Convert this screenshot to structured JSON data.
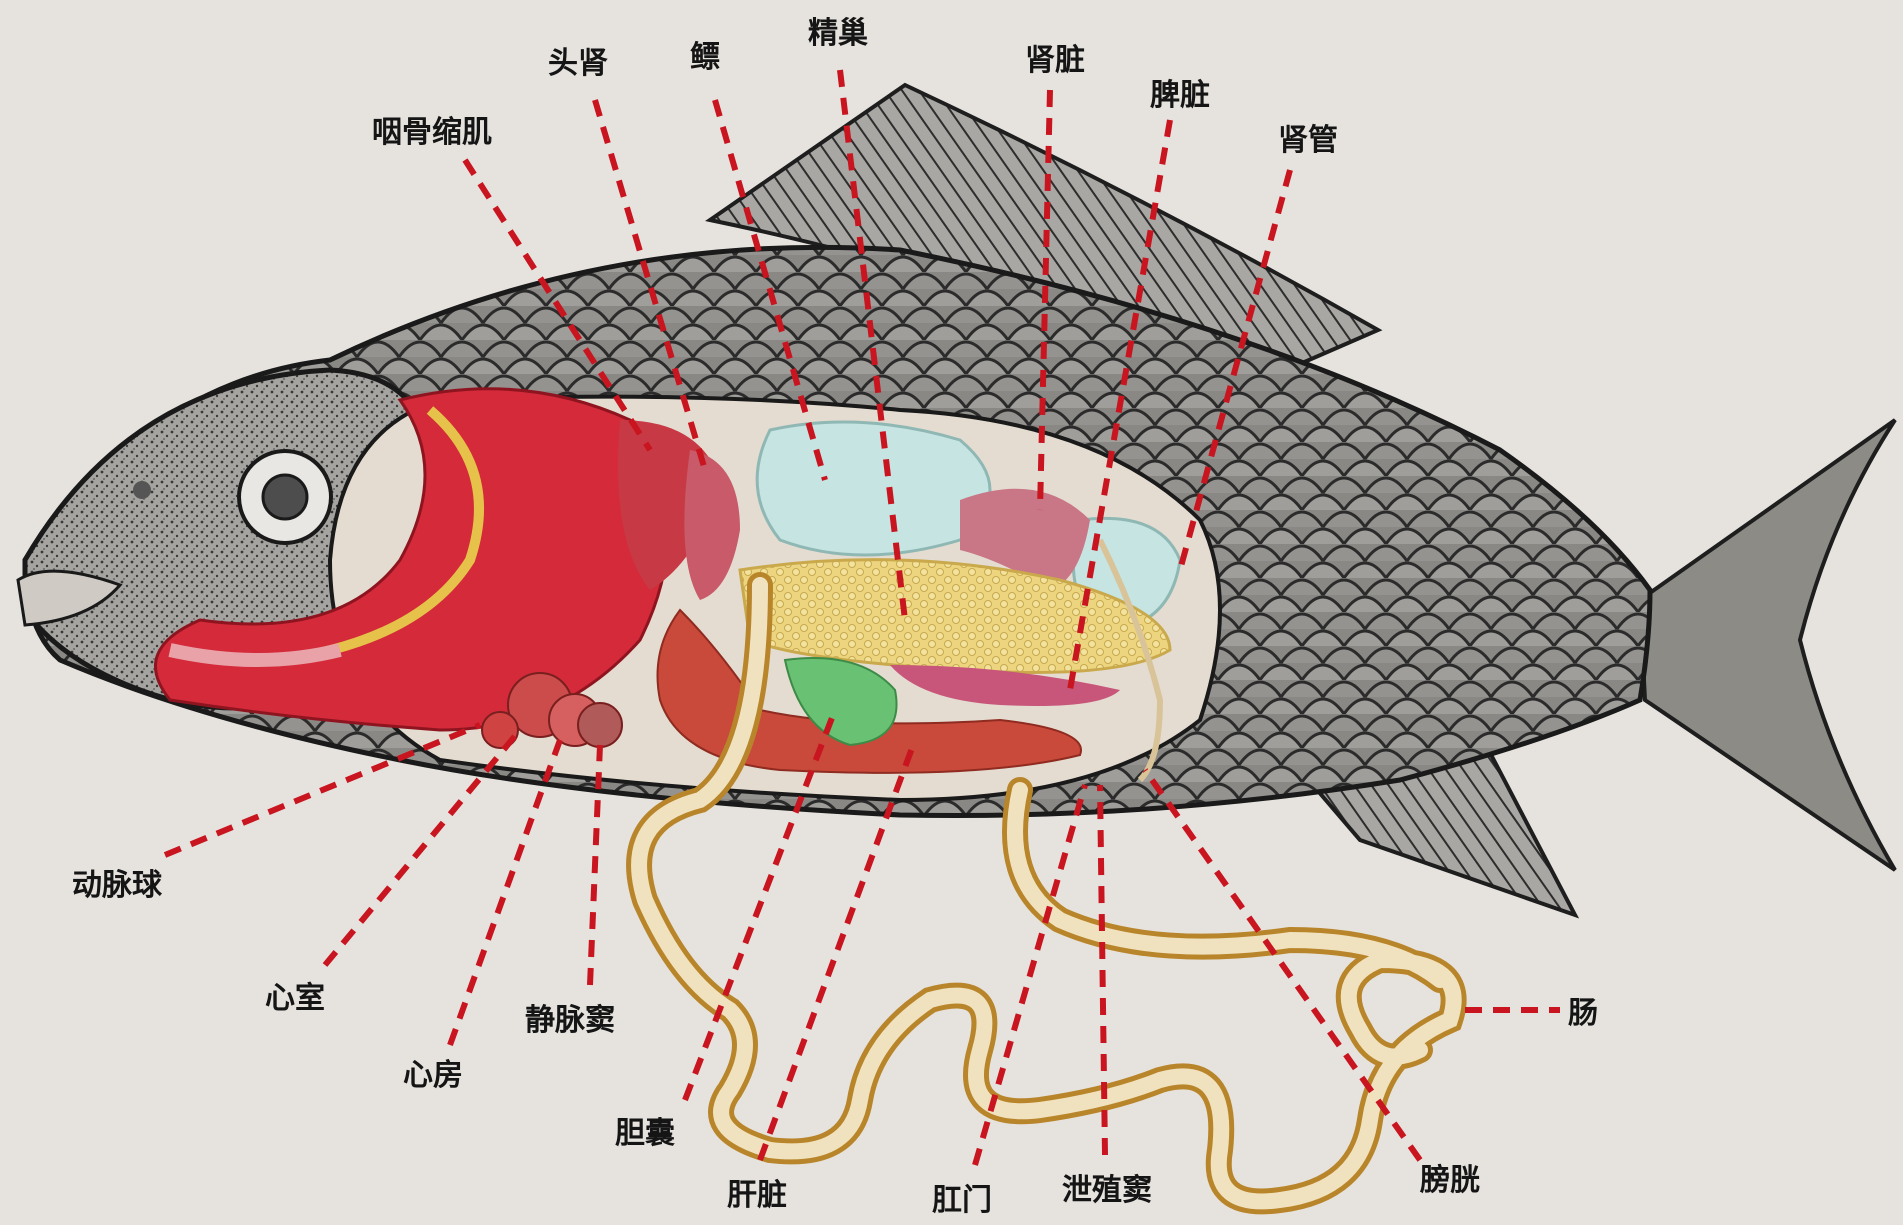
{
  "labels": {
    "touShen": "头肾",
    "biao": "鳔",
    "jingChao": "精巢",
    "shenZang": "肾脏",
    "piZang": "脾脏",
    "shenGuan": "肾管",
    "yanGuSuoJi": "咽骨缩肌",
    "dongMaiQiu": "动脉球",
    "xinShi": "心室",
    "xinFang": "心房",
    "jingMaiDou": "静脉窦",
    "danNang": "胆囊",
    "ganZang": "肝脏",
    "ganMen": "肛门",
    "xieZhiDou": "泄殖窦",
    "pangGuang": "膀胱",
    "chang": "肠"
  },
  "colors": {
    "background": "#e6e3df",
    "leader": "#c8151f",
    "gill": "#d42a3a",
    "gonad": "#ead37a",
    "swimBladder": "#c5e4e2",
    "gallBladder": "#69c174",
    "liver": "#c94a3a",
    "intestine": "#e0c18c",
    "scales": "#7d7b78"
  }
}
